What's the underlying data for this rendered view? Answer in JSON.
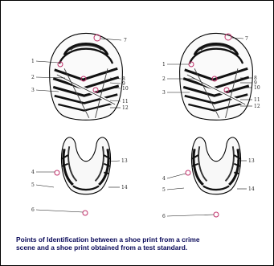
{
  "figure": {
    "labels_left": [
      "1",
      "2",
      "3",
      "4",
      "5",
      "6",
      "7",
      "8",
      "9",
      "10",
      "11",
      "12",
      "13",
      "14"
    ],
    "labels_right": [
      "1",
      "2",
      "3",
      "4",
      "5",
      "6",
      "7",
      "8",
      "9",
      "10",
      "11",
      "12",
      "13",
      "14"
    ]
  },
  "caption": {
    "line1": "Points of Identification between a shoe print from a crime",
    "line2": "scene and a shoe print obtained from a test standard."
  },
  "colors": {
    "marker": "#c0306a",
    "ink": "#111111",
    "caption": "#0a0a5a"
  }
}
